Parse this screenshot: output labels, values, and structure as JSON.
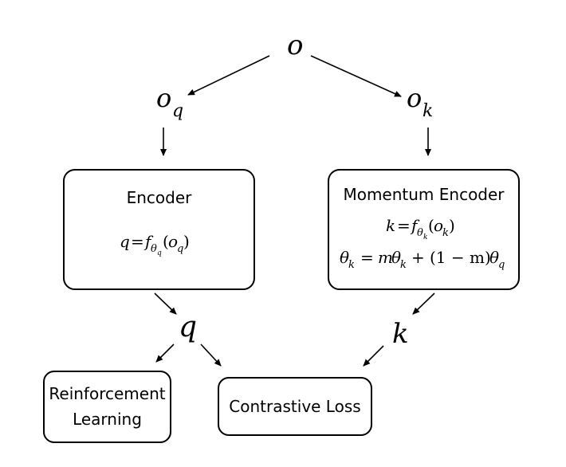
{
  "nodes": {
    "o": {
      "label": "o"
    },
    "o_q": {
      "base": "o",
      "sub": "q"
    },
    "o_k": {
      "base": "o",
      "sub": "k"
    },
    "q": {
      "label": "q"
    },
    "k": {
      "label": "k"
    }
  },
  "encoder": {
    "title": "Encoder",
    "formula": {
      "lhs": "q",
      "eq": "=",
      "f": "f",
      "theta": "θ",
      "theta_sub": "q",
      "arg_base": "o",
      "arg_sub": "q"
    }
  },
  "momentum_encoder": {
    "title": "Momentum Encoder",
    "formula1": {
      "lhs": "k",
      "eq": "=",
      "f": "f",
      "theta": "θ",
      "theta_sub": "k",
      "arg_base": "o",
      "arg_sub": "k"
    },
    "formula2": {
      "lhs_base": "θ",
      "lhs_sub": "k",
      "eq": "=",
      "m": "m",
      "theta": "θ",
      "theta_sub": "k",
      "plus": "+",
      "paren": "(1 − m)",
      "theta2": "θ",
      "theta2_sub": "q"
    }
  },
  "rl": {
    "line1": "Reinforcement",
    "line2": "Learning"
  },
  "contrastive": {
    "label": "Contrastive Loss"
  }
}
